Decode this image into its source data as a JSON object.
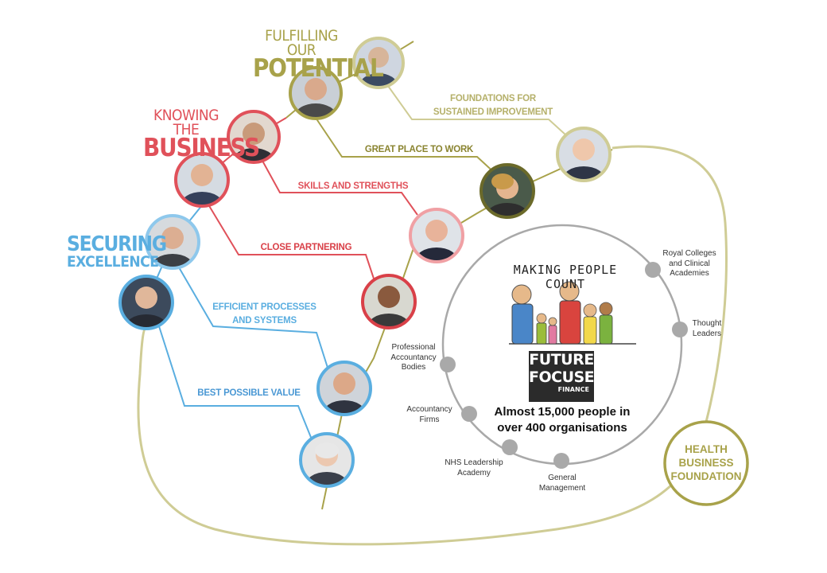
{
  "themes": {
    "potential": {
      "line1": "FULFILLING OUR",
      "line2": "POTENTIAL",
      "color": "#a8a24a"
    },
    "business": {
      "line1": "KNOWING THE",
      "line2": "BUSINESS",
      "color": "#e0515a"
    },
    "excellence": {
      "line1": "SECURING",
      "line2": "EXCELLENCE",
      "color": "#5aaee0"
    }
  },
  "branches": {
    "foundations": "FOUNDATIONS FOR SUSTAINED IMPROVEMENT",
    "foundations_l1": "FOUNDATIONS FOR",
    "foundations_l2": "SUSTAINED IMPROVEMENT",
    "great_place": "GREAT PLACE TO WORK",
    "skills": "SKILLS AND STRENGTHS",
    "partnering": "CLOSE PARTNERING",
    "efficient_l1": "EFFICIENT PROCESSES",
    "efficient_l2": "AND SYSTEMS",
    "best_value": "BEST POSSIBLE VALUE"
  },
  "center": {
    "handwriting": "MAKING PEOPLE COUNT",
    "logo_line1": "FUTURE",
    "logo_line2": "FOCUSED",
    "logo_line3": "FINANCE",
    "stat_line1": "Almost 15,000 people in",
    "stat_line2": "over 400 organisations"
  },
  "nodes": {
    "royal_l1": "Royal Colleges",
    "royal_l2": "and Clinical",
    "royal_l3": "Academies",
    "thought_l1": "Thought",
    "thought_l2": "Leaders",
    "prof_l1": "Professional",
    "prof_l2": "Accountancy",
    "prof_l3": "Bodies",
    "firms_l1": "Accountancy",
    "firms_l2": "Firms",
    "nhs_l1": "NHS Leadership",
    "nhs_l2": "Academy",
    "gm_l1": "General",
    "gm_l2": "Management"
  },
  "foundation": {
    "line1": "HEALTH",
    "line2": "BUSINESS",
    "line3": "FOUNDATION"
  },
  "colors": {
    "olive": "#a8a24a",
    "red": "#e0515a",
    "blue": "#5aaee0",
    "olive_light": "#cfcc95",
    "node_grey": "#a9a9a9",
    "ring_grey": "#a9a9a9"
  }
}
